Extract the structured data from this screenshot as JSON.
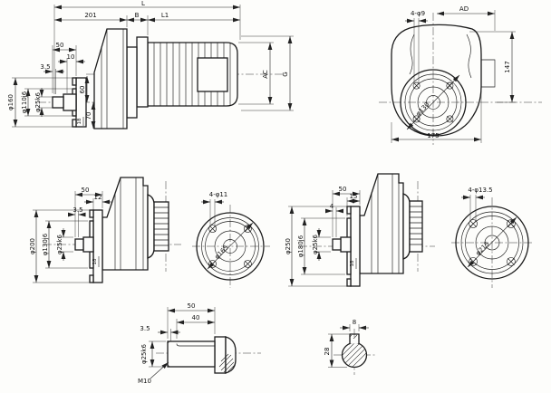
{
  "colors": {
    "ink": "#1c1c1c",
    "paper": "#fdfdfb"
  },
  "views": {
    "gearmotor_side": {
      "l": "L",
      "n201": "201",
      "b": "B",
      "l1": "L1",
      "n50": "50",
      "n10": "10",
      "n3_5": "3.5",
      "flange_od": "φ160",
      "pilot_dia": "φ110j6",
      "shaft_dia": "φ25k6",
      "n60": "60",
      "n70": "70",
      "n18": "18",
      "ac": "AC",
      "g": "G"
    },
    "gearmotor_front": {
      "holes": "4-φ9",
      "ad": "AD",
      "n147": "147",
      "n175": "175",
      "bolt_circle": "φ130"
    },
    "flange_small_side": {
      "n50": "50",
      "n12": "12",
      "n3_5": "3.5",
      "flange_od": "φ200",
      "pilot_dia": "φ130j6",
      "shaft_dia": "φ25k6",
      "n18": "18"
    },
    "flange_small_front": {
      "holes": "4-φ11",
      "bolt_circle": "φ165"
    },
    "flange_large_side": {
      "n50": "50",
      "n15": "15",
      "n4": "4",
      "flange_od": "φ250",
      "pilot_dia": "φ180j6",
      "shaft_dia": "φ25k6",
      "n18": "18"
    },
    "flange_large_front": {
      "holes": "4-φ13.5",
      "bolt_circle": "φ215"
    },
    "shaft_detail": {
      "n50": "50",
      "n40": "40",
      "n3_5": "3.5",
      "shaft_dia": "φ25k6",
      "thread": "M10"
    },
    "key_section": {
      "key_width": "8",
      "key_height": "28"
    }
  }
}
